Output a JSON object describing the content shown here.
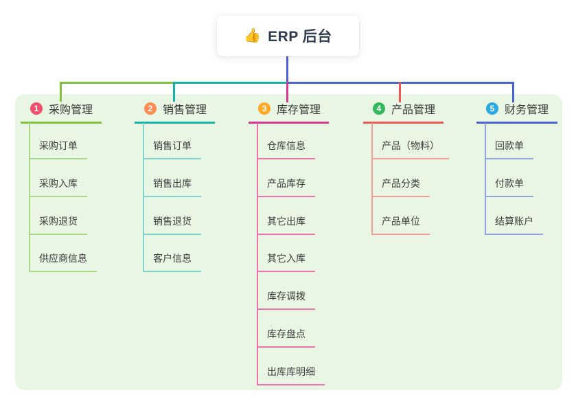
{
  "root": {
    "icon": "👍",
    "label": "ERP 后台"
  },
  "colors": {
    "panel_bg": "#e9f6e3",
    "root_connector": "#4a5fd6",
    "root_text": "#2e3a4e",
    "body_text": "#3c3c3c"
  },
  "branches": [
    {
      "badge": "1",
      "label": "采购管理",
      "badge_color": "#f0506e",
      "line_color": "#82c241",
      "child_line_color": "#aad78c",
      "children": [
        "采购订单",
        "采购入库",
        "采购退货",
        "供应商信息"
      ]
    },
    {
      "badge": "2",
      "label": "销售管理",
      "badge_color": "#ff8c50",
      "line_color": "#16b3aa",
      "child_line_color": "#7fd3cc",
      "children": [
        "销售订单",
        "销售出库",
        "销售退货",
        "客户信息"
      ]
    },
    {
      "badge": "3",
      "label": "库存管理",
      "badge_color": "#ffa928",
      "line_color": "#d9368f",
      "child_line_color": "#ee72ad",
      "children": [
        "仓库信息",
        "产品库存",
        "其它出库",
        "其它入库",
        "库存调拨",
        "库存盘点",
        "出库库明细"
      ]
    },
    {
      "badge": "4",
      "label": "产品管理",
      "badge_color": "#33b95d",
      "line_color": "#ef5656",
      "child_line_color": "#f49c9c",
      "children": [
        "产品（物料）",
        "产品分类",
        "产品单位"
      ]
    },
    {
      "badge": "5",
      "label": "财务管理",
      "badge_color": "#2ba9e0",
      "line_color": "#4a63d2",
      "child_line_color": "#90a5e0",
      "children": [
        "回款单",
        "付款单",
        "结算账户"
      ]
    }
  ]
}
